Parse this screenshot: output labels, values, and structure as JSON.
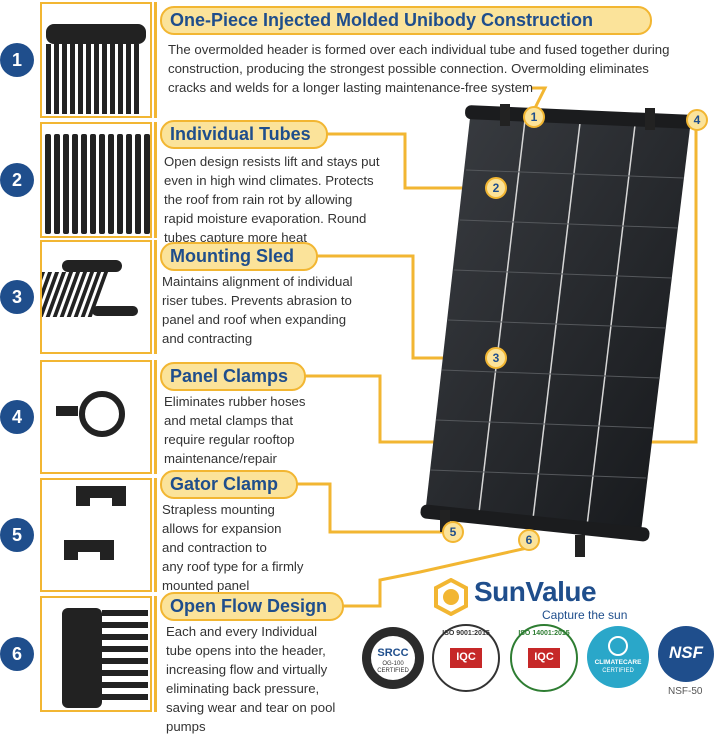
{
  "features": [
    {
      "num": "1",
      "title": "One-Piece Injected Molded Unibody Construction",
      "lines": [
        "The overmolded header is formed over each individual tube and fused together during",
        "construction, producing the strongest possible connection. Overmolding eliminates",
        "cracks and welds for a longer lasting maintenance-free system"
      ]
    },
    {
      "num": "2",
      "title": "Individual Tubes",
      "lines": [
        "Open design resists lift and stays put",
        "even in high wind climates. Protects",
        "the roof from rain rot by allowing",
        "rapid moisture evaporation. Round",
        "tubes capture more heat"
      ]
    },
    {
      "num": "3",
      "title": "Mounting Sled",
      "lines": [
        "Maintains alignment of individual",
        "riser tubes. Prevents abrasion to",
        "panel and roof when expanding",
        "and contracting"
      ]
    },
    {
      "num": "4",
      "title": "Panel Clamps",
      "lines": [
        "Eliminates rubber hoses",
        "and metal clamps that",
        "require regular rooftop",
        "maintenance/repair"
      ]
    },
    {
      "num": "5",
      "title": "Gator Clamp",
      "lines": [
        "Strapless mounting",
        "allows for expansion",
        "and contraction to",
        "any roof type for a firmly",
        "mounted panel"
      ]
    },
    {
      "num": "6",
      "title": "Open Flow Design",
      "lines": [
        "Each and every Individual",
        "tube opens into the header,",
        "increasing flow and virtually",
        "eliminating back pressure,",
        "saving wear and tear on pool",
        "pumps"
      ]
    }
  ],
  "markers": [
    "1",
    "2",
    "3",
    "4",
    "5",
    "6"
  ],
  "brand": {
    "name": "SunValue",
    "tagline": "Capture the sun"
  },
  "certs": {
    "srcc": "SRCC",
    "srcc_sub": "OG-100 CERTIFIED",
    "iso9001": "ISO 9001:2015",
    "iso14001": "ISO 14001:2015",
    "iqc": "IQC",
    "climate": "CLIMATECARE",
    "climate_sub": "CERTIFIED",
    "nsf": "NSF",
    "nsf_label": "NSF-50"
  },
  "colors": {
    "accent": "#f2b632",
    "brand_blue": "#1f4e8c",
    "header_fill": "#fbe39a"
  }
}
